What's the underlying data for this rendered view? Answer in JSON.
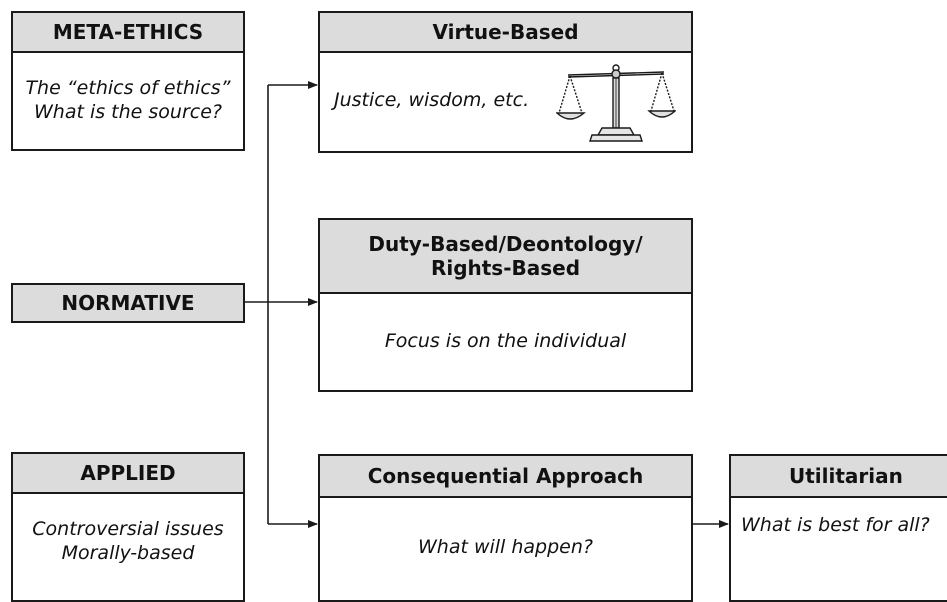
{
  "meta_ethics": {
    "title": "META-ETHICS",
    "line1": "The “ethics of ethics”",
    "line2": "What is the source?"
  },
  "normative": {
    "title": "NORMATIVE"
  },
  "applied": {
    "title": "APPLIED",
    "line1": "Controversial issues",
    "line2": "Morally-based"
  },
  "virtue": {
    "title": "Virtue-Based",
    "body": "Justice, wisdom, etc.",
    "icon": "scales-of-justice-icon"
  },
  "duty": {
    "title_line1": "Duty-Based/Deontology/",
    "title_line2": "Rights-Based",
    "body": "Focus is on the individual"
  },
  "consequential": {
    "title": "Consequential Approach",
    "body": "What will happen?"
  },
  "utilitarian": {
    "title": "Utilitarian",
    "body": "What is best for all?"
  }
}
